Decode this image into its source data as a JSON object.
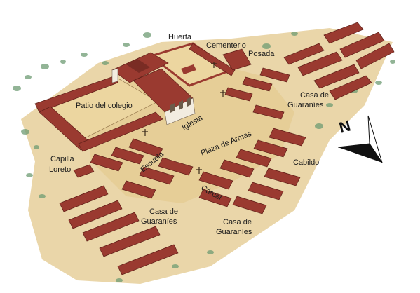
{
  "labels": {
    "huerta": "Huerta",
    "cementerio": "Cementerio",
    "posada": "Posada",
    "casa_de_1": "Casa de",
    "guaranies_1": "Guaraníes",
    "patio_del_colegio": "Patio del colegio",
    "iglesia": "Iglesia",
    "plaza_de_armas": "Plaza de Armas",
    "capilla": "Capilla",
    "loreto": "Loreto",
    "escuela": "Escuela",
    "cabildo": "Cabildo",
    "carcel": "Cárcel",
    "casa_de_2": "Casa de",
    "guaranies_2": "Guaraníes",
    "casa_de_3": "Casa de",
    "guaranies_3": "Guaraníes",
    "north": "N"
  },
  "colors": {
    "ground": "#e6cf9a",
    "roof": "#9a3a30",
    "roof_edge": "#5e1f18",
    "grass": "#6e9c73",
    "wall": "#f2ece0",
    "arrow": "#111111"
  }
}
